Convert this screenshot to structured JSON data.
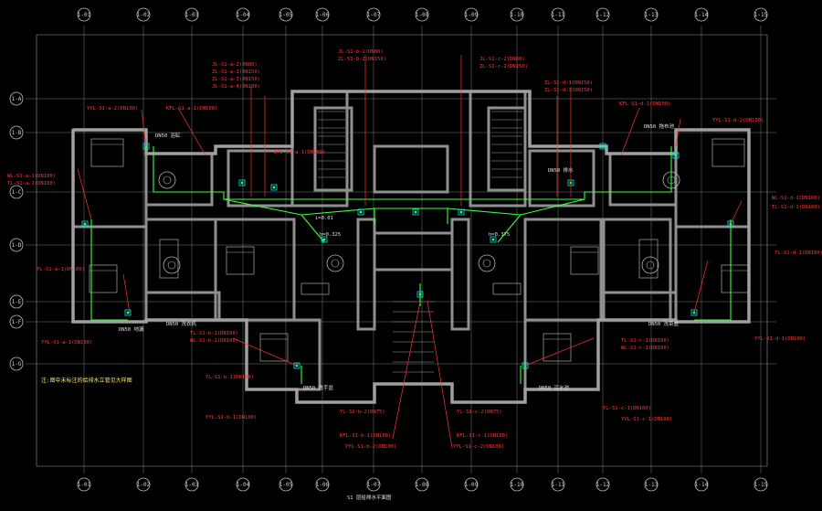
{
  "drawing": {
    "title": "S1 层给排水平面图",
    "side_note": "注:图中未标注的给排水立管见大样图"
  },
  "axes": {
    "top": [
      "1-01",
      "1-02",
      "1-03",
      "1-04",
      "1-05",
      "1-06",
      "1-07",
      "1-08",
      "1-09",
      "1-10",
      "1-11",
      "1-12",
      "1-13",
      "1-14",
      "1-15"
    ],
    "bottom": [
      "1-01",
      "1-02",
      "1-03",
      "1-04",
      "1-05",
      "1-06",
      "1-07",
      "1-08",
      "1-09",
      "1-10",
      "1-11",
      "1-12",
      "1-13",
      "1-14",
      "1-15"
    ],
    "left": [
      "1-A",
      "1-B",
      "1-C",
      "1-D",
      "1-E",
      "1-F",
      "1-G"
    ]
  },
  "labels": {
    "red": [
      "JL-S1-a-2(DN80)",
      "ZL-S1-a-1(DN150)",
      "ZL-S1-a-3(DN150)",
      "JL-S1-a-4(DN100)",
      "YYL-S1-a-2(DN100)",
      "KFL-S1-a-1(DN100)",
      "BFL-S1-a-1(DN100)",
      "JL-S1-b-2(DN80)",
      "ZL-S1-b-2(DN150)",
      "JL-S1-c-2(DN80)",
      "ZL-S1-c-2(DN150)",
      "ZL-S1-d-1(DN150)",
      "ZL-S1-d-3(DN150)",
      "KFL-S1-d-1(DN100)",
      "YYL-S1-d-2(DN100)",
      "WL-S1-a-1(DN100)",
      "TL-S1-a-1(DN100)",
      "YL-S1-a-1(DN100)",
      "YYL-S1-a-1(DN100)",
      "WL-S1-d-1(DN100)",
      "TL-S1-d-1(DN100)",
      "YL-S1-d-1(DN100)",
      "YYL-S1-d-1(DN100)",
      "TL-S1-b-1(DN100)",
      "WL-S1-b-1(DN100)",
      "YL-S1-b-1(DN100)",
      "YYL-S1-b-1(DN100)",
      "TL-S1-c-1(DN100)",
      "WL-S1-c-1(DN100)",
      "YL-S1-c-1(DN100)",
      "YYL-S1-c-1(DN100)",
      "KFL-S1-b-1(DN100)",
      "YYL-S1-b-2(DN100)",
      "KFL-S1-c-1(DN100)",
      "YYL-S1-c-2(DN100)",
      "YL-S1-b-2(DN75)",
      "YL-S1-c-2(DN75)"
    ],
    "white": [
      "DN50 浴缸",
      "DN50 洗衣机",
      "DN50 地漏",
      "DN50 洗手盆",
      "DN50 污水池",
      "DN50 洗菜盆",
      "DN50 拖布池",
      "h=0.325",
      "h=0.375",
      "i=0.01",
      "DN50 排水"
    ]
  }
}
